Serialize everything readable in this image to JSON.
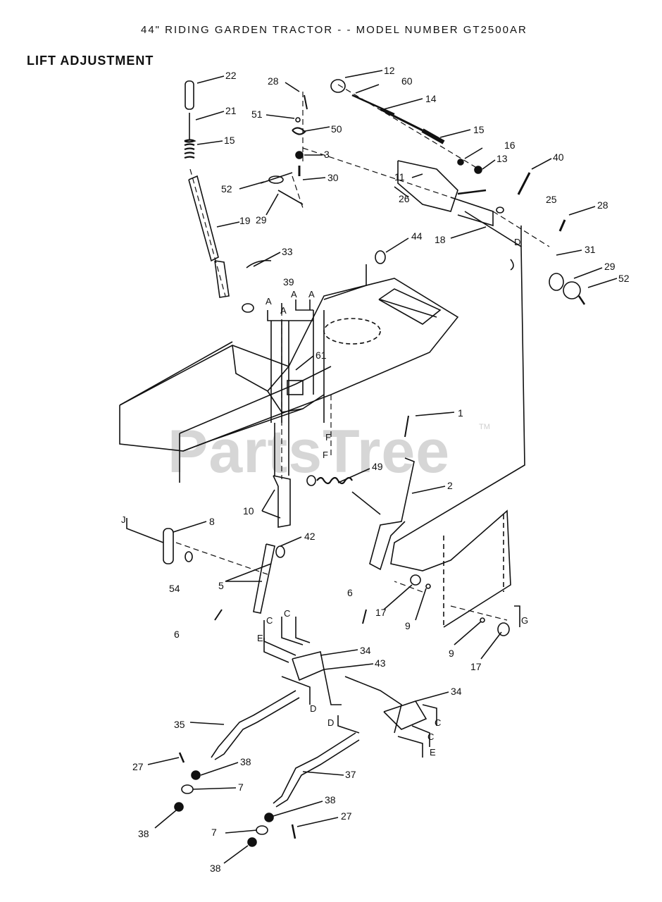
{
  "header": {
    "title": "44\" RIDING GARDEN TRACTOR - - MODEL NUMBER GT2500AR",
    "section": "LIFT ADJUSTMENT"
  },
  "watermark": {
    "text": "PartsTree",
    "tm": "TM"
  },
  "callouts": [
    {
      "id": "c22a",
      "label": "22"
    },
    {
      "id": "c21",
      "label": "21"
    },
    {
      "id": "c15a",
      "label": "15"
    },
    {
      "id": "c28a",
      "label": "28"
    },
    {
      "id": "c51",
      "label": "51"
    },
    {
      "id": "c50",
      "label": "50"
    },
    {
      "id": "c3",
      "label": "3"
    },
    {
      "id": "c30",
      "label": "30"
    },
    {
      "id": "c52a",
      "label": "52"
    },
    {
      "id": "c19",
      "label": "19"
    },
    {
      "id": "c29a",
      "label": "29"
    },
    {
      "id": "c12",
      "label": "12"
    },
    {
      "id": "c60",
      "label": "60"
    },
    {
      "id": "c14",
      "label": "14"
    },
    {
      "id": "c15b",
      "label": "15"
    },
    {
      "id": "c16",
      "label": "16"
    },
    {
      "id": "c13",
      "label": "13"
    },
    {
      "id": "c40",
      "label": "40"
    },
    {
      "id": "c11",
      "label": "11"
    },
    {
      "id": "c26",
      "label": "26"
    },
    {
      "id": "c25",
      "label": "25"
    },
    {
      "id": "c28b",
      "label": "28"
    },
    {
      "id": "c18",
      "label": "18"
    },
    {
      "id": "c44",
      "label": "44"
    },
    {
      "id": "c31",
      "label": "31"
    },
    {
      "id": "c29b",
      "label": "29"
    },
    {
      "id": "c52b",
      "label": "52"
    },
    {
      "id": "c33",
      "label": "33"
    },
    {
      "id": "c39",
      "label": "39"
    },
    {
      "id": "c61",
      "label": "61"
    },
    {
      "id": "c1",
      "label": "1"
    },
    {
      "id": "c49",
      "label": "49"
    },
    {
      "id": "c2",
      "label": "2"
    },
    {
      "id": "c10",
      "label": "10"
    },
    {
      "id": "c8",
      "label": "8"
    },
    {
      "id": "c42",
      "label": "42"
    },
    {
      "id": "c54",
      "label": "54"
    },
    {
      "id": "c5",
      "label": "5"
    },
    {
      "id": "c6a",
      "label": "6"
    },
    {
      "id": "c6b",
      "label": "6"
    },
    {
      "id": "c17a",
      "label": "17"
    },
    {
      "id": "c9a",
      "label": "9"
    },
    {
      "id": "c9b",
      "label": "9"
    },
    {
      "id": "c17b",
      "label": "17"
    },
    {
      "id": "c34a",
      "label": "34"
    },
    {
      "id": "c43",
      "label": "43"
    },
    {
      "id": "c34b",
      "label": "34"
    },
    {
      "id": "c35",
      "label": "35"
    },
    {
      "id": "c27a",
      "label": "27"
    },
    {
      "id": "c38a",
      "label": "38"
    },
    {
      "id": "c7a",
      "label": "7"
    },
    {
      "id": "c38b",
      "label": "38"
    },
    {
      "id": "c37",
      "label": "37"
    },
    {
      "id": "c38c",
      "label": "38"
    },
    {
      "id": "c27b",
      "label": "27"
    },
    {
      "id": "c7b",
      "label": "7"
    },
    {
      "id": "c38d",
      "label": "38"
    }
  ],
  "ref_letters": {
    "a1": "A",
    "a2": "A",
    "a3": "A",
    "a4": "A",
    "d1": "D",
    "d2": "D",
    "d3": "D",
    "j": "J",
    "g": "G",
    "c1": "C",
    "c2": "C",
    "c3": "C",
    "c4": "C",
    "e1": "E",
    "e2": "E",
    "f1": "F",
    "f2": "F"
  }
}
